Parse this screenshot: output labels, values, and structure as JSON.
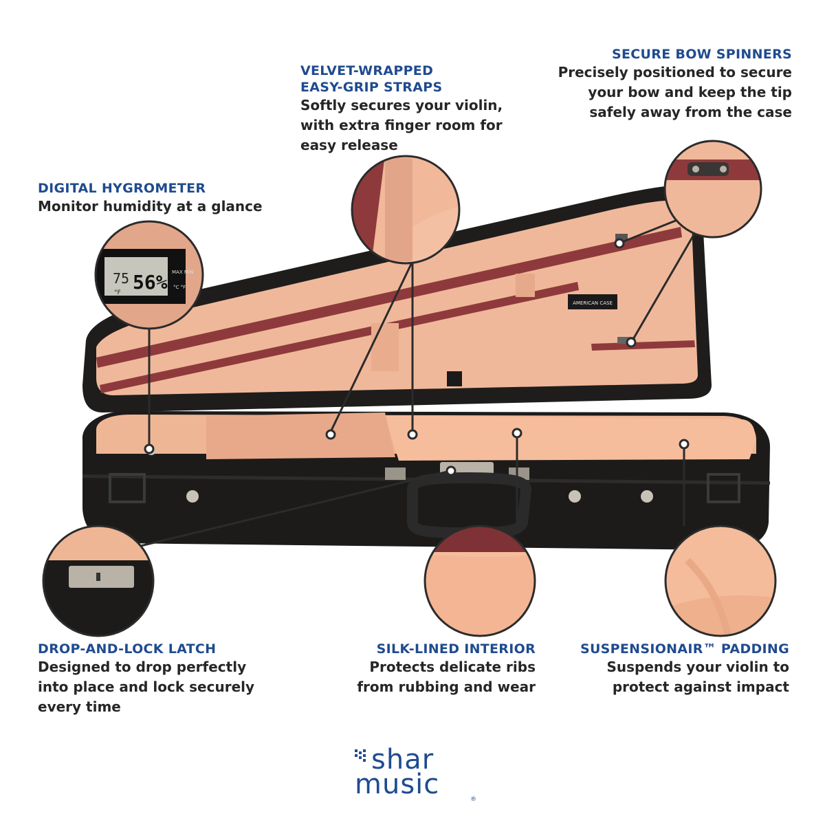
{
  "colors": {
    "heading": "#1f4b8f",
    "body_text": "#262626",
    "case_shell": "#1c1b1a",
    "interior_velvet": "#f0b89a",
    "interior_silk": "#f6bd9c",
    "accent_stripe": "#8e3a3c",
    "leader_line": "#2b2b2b"
  },
  "callouts": {
    "hygrometer": {
      "title": "DIGITAL HYGROMETER",
      "lines": [
        "Monitor humidity at a glance"
      ]
    },
    "straps": {
      "title_lines": [
        "VELVET-WRAPPED",
        "EASY-GRIP STRAPS"
      ],
      "lines": [
        "Softly secures your violin,",
        "with extra finger room for",
        "easy release"
      ]
    },
    "bow_spinners": {
      "title": "SECURE BOW SPINNERS",
      "lines": [
        "Precisely positioned to secure",
        "your bow and keep the tip",
        "safely away from the case"
      ]
    },
    "latch": {
      "title": "DROP-AND-LOCK LATCH",
      "lines": [
        "Designed to drop perfectly",
        "into place and lock securely",
        "every time"
      ]
    },
    "silk": {
      "title": "SILK-LINED INTERIOR",
      "lines": [
        "Protects delicate ribs",
        "from rubbing and wear"
      ]
    },
    "padding": {
      "title": "SUSPENSIONAIR™ PADDING",
      "lines": [
        "Suspends your violin to",
        "protect against impact"
      ]
    }
  },
  "hygrometer_display": {
    "temp": "75",
    "unit_f": "°F",
    "humidity": "56%",
    "max_min": "MAX MIN",
    "scale": "°C °F"
  },
  "case_label": "AMERICAN CASE",
  "logo": {
    "line1": "shar",
    "line2": "music",
    "reg": "®"
  }
}
